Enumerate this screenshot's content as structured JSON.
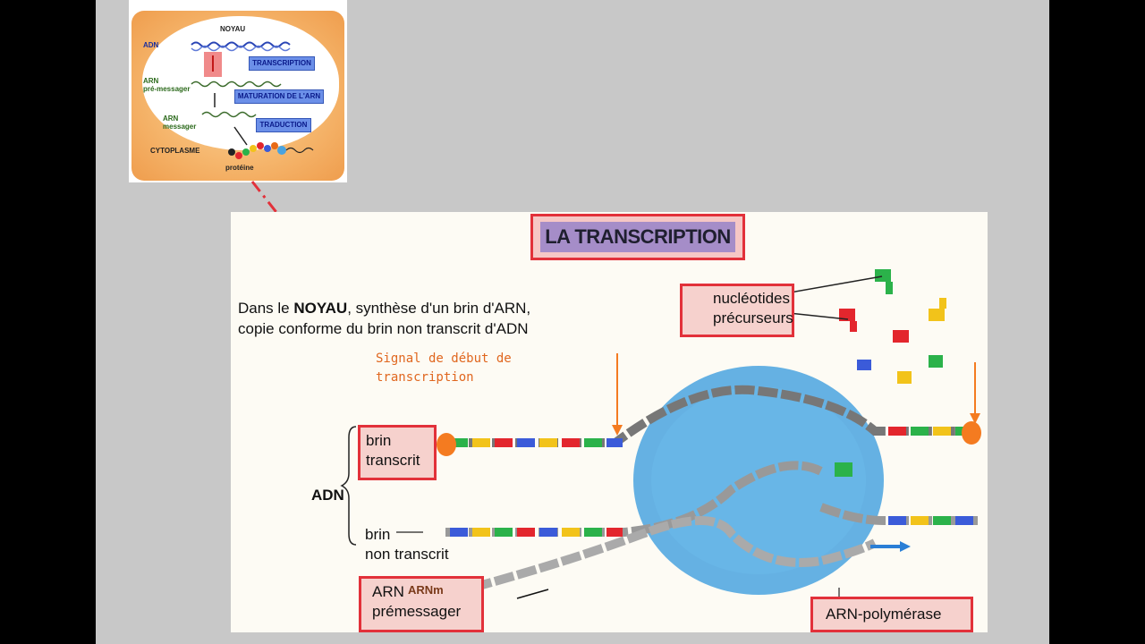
{
  "inset": {
    "noyau": "NOYAU",
    "adn": "ADN",
    "arn_pre_1": "ARN",
    "arn_pre_2": "pré-messager",
    "arn_mess_1": "ARN",
    "arn_mess_2": "messager",
    "cytoplasme": "CYTOPLASME",
    "proteine": "protéine",
    "transcription": "TRANSCRIPTION",
    "maturation": "MATURATION DE L'ARN",
    "traduction": "TRADUCTION"
  },
  "main": {
    "title": "LA TRANSCRIPTION",
    "desc_1_pre": "Dans le ",
    "desc_1_bold": "NOYAU",
    "desc_1_post": ", synthèse d'un brin d'ARN,",
    "desc_2": "copie conforme du brin non transcrit d'ADN",
    "signal_1": "Signal de début de",
    "signal_2": "transcription",
    "nucleotides_1": "nucléotides",
    "nucleotides_2": "précurseurs",
    "brin_transcrit_1": "brin",
    "brin_transcrit_2": "transcrit",
    "adn": "ADN",
    "brin_non_1": "brin",
    "brin_non_2": "non transcrit",
    "arn_pre_1": "ARN",
    "arn_pre_2": "prémessager",
    "arnm": "ARNm",
    "polymerase": "ARN-polymérase"
  },
  "colors": {
    "box_border": "#e2313a",
    "box_fill": "#f6d1cd",
    "signal": "#e0671f",
    "enzyme": "#4aa3df"
  }
}
